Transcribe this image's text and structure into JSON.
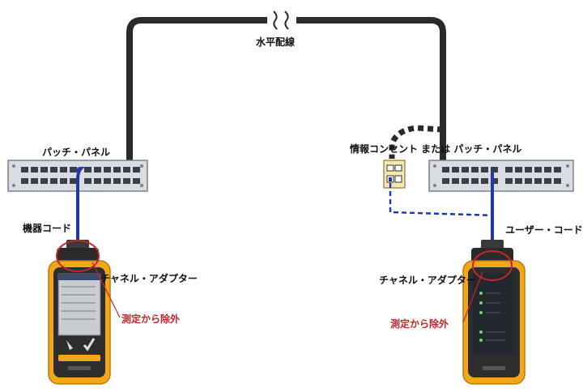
{
  "top_caption": "",
  "labels": {
    "horizontal_cabling": "水平配線",
    "patch_panel_left": "パッチ・パネル",
    "outlet_or_panel": "情報コンセント または パッチ・パネル",
    "equipment_cord": "機器コード",
    "user_cord": "ユーザー・コード",
    "channel_adapter_left": "チャネル・アダプター",
    "channel_adapter_right": "チャネル・アダプター",
    "excluded_left": "測定から除外",
    "excluded_right": "測定から除外"
  },
  "colors": {
    "cable": "#2a2a2a",
    "cord": "#2238a8",
    "highlight": "#c0272d",
    "tester_body": "#f2a71b",
    "panel": "#d9dde3"
  }
}
